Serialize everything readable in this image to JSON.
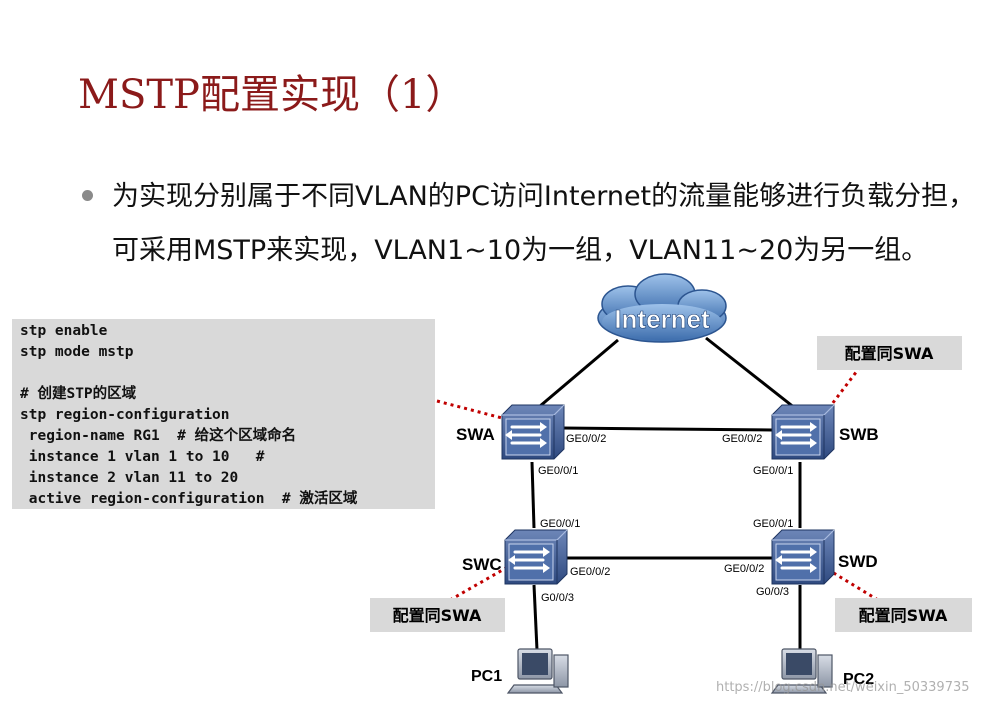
{
  "slide": {
    "title": "MSTP配置实现（1）",
    "bullet": "为实现分别属于不同VLAN的PC访问Internet的流量能够进行负载分担，可采用MSTP来实现，VLAN1~10为一组，VLAN11~20为另一组。",
    "watermark": "https://blog.csdn.net/weixin_50339735"
  },
  "config": {
    "lines": [
      "stp enable",
      "stp mode mstp",
      "",
      "# 创建STP的区域",
      "stp region-configuration",
      " region-name RG1  # 给这个区域命名",
      " instance 1 vlan 1 to 10   #",
      " instance 2 vlan 11 to 20",
      " active region-configuration  # 激活区域"
    ]
  },
  "topology": {
    "cloud": {
      "label": "Internet"
    },
    "switches": [
      {
        "id": "swa",
        "label": "SWA"
      },
      {
        "id": "swb",
        "label": "SWB"
      },
      {
        "id": "swc",
        "label": "SWC"
      },
      {
        "id": "swd",
        "label": "SWD"
      }
    ],
    "pcs": [
      {
        "id": "pc1",
        "label": "PC1"
      },
      {
        "id": "pc2",
        "label": "PC2"
      }
    ],
    "ports": {
      "swa_right": "GE0/0/2",
      "swb_left": "GE0/0/2",
      "swa_down": "GE0/0/1",
      "swb_down": "GE0/0/1",
      "swc_up": "GE0/0/1",
      "swd_up": "GE0/0/1",
      "swc_right": "GE0/0/2",
      "swd_left": "GE0/0/2",
      "swc_pc": "G0/0/3",
      "swd_pc": "G0/0/3"
    },
    "notes": {
      "swb": "配置同SWA",
      "swc": "配置同SWA",
      "swd": "配置同SWA"
    }
  }
}
